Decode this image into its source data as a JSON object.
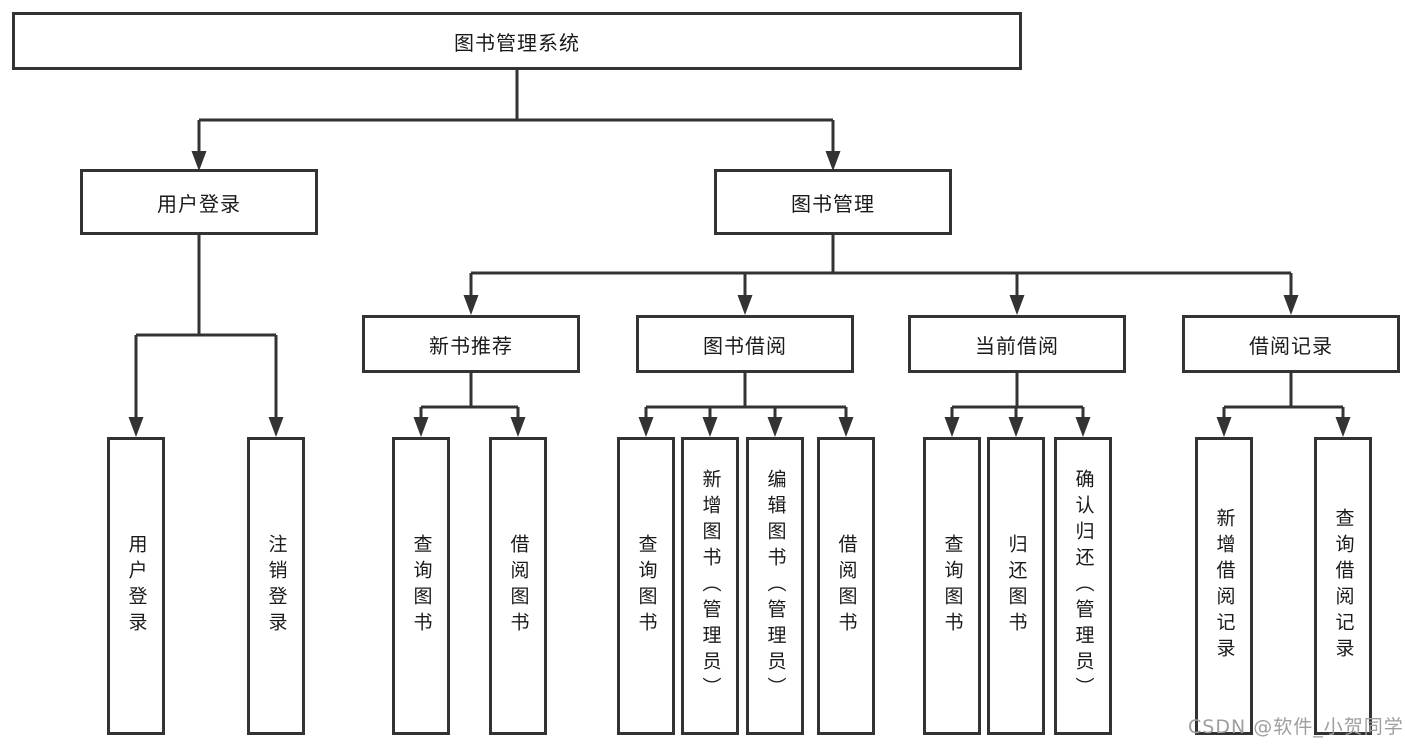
{
  "diagram": {
    "root": {
      "label": "图书管理系统"
    },
    "branches": [
      {
        "label": "用户登录",
        "children": [
          {
            "label": "用户登录"
          },
          {
            "label": "注销登录"
          }
        ]
      },
      {
        "label": "图书管理",
        "groups": [
          {
            "label": "新书推荐",
            "children": [
              {
                "label": "查询图书"
              },
              {
                "label": "借阅图书"
              }
            ]
          },
          {
            "label": "图书借阅",
            "children": [
              {
                "label": "查询图书"
              },
              {
                "label": "新增图书（管理员）"
              },
              {
                "label": "编辑图书（管理员）"
              },
              {
                "label": "借阅图书"
              }
            ]
          },
          {
            "label": "当前借阅",
            "children": [
              {
                "label": "查询图书"
              },
              {
                "label": "归还图书"
              },
              {
                "label": "确认归还（管理员）"
              }
            ]
          },
          {
            "label": "借阅记录",
            "children": [
              {
                "label": "新增借阅记录"
              },
              {
                "label": "查询借阅记录"
              }
            ]
          }
        ]
      }
    ]
  },
  "watermark": {
    "text": "CSDN @软件_小贺同学"
  },
  "colors": {
    "line": "#333333",
    "box_border": "#333333",
    "box_fill": "#ffffff",
    "text": "#1a1a1a",
    "watermark": "#9e9e9e",
    "background": "#ffffff"
  }
}
